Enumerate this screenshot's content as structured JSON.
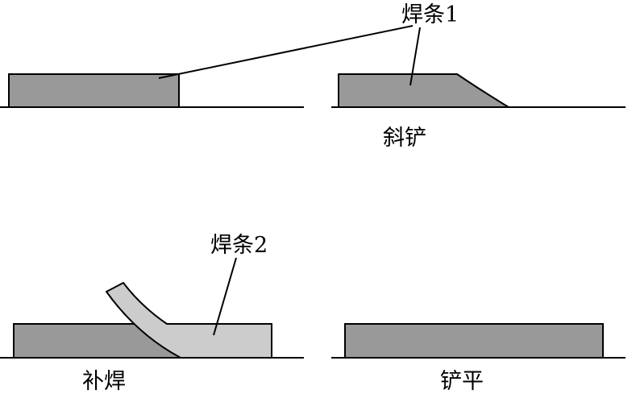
{
  "labels": {
    "electrode_1": "焊条1",
    "electrode_2": "焊条2",
    "bevel_shovel": "斜铲",
    "repair_weld": "补焊",
    "shovel_flat": "铲平"
  },
  "colors": {
    "strip_fill": "#999999",
    "patch_fill": "#cccccc",
    "line": "#000000",
    "background": "#ffffff"
  }
}
